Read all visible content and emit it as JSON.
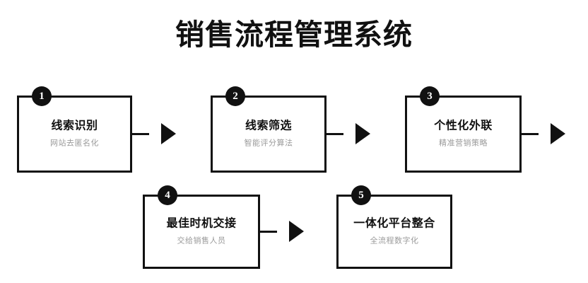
{
  "title": "销售流程管理系统",
  "diagram": {
    "type": "flowchart",
    "orientation": "horizontal-wrapping",
    "accent_color": "#111111",
    "subtitle_color": "#9a9a9a",
    "background_color": "#ffffff",
    "steps": [
      {
        "number": "1",
        "title": "线索识别",
        "subtitle": "网站去匿名化",
        "row": 1,
        "has_arrow_after": true
      },
      {
        "number": "2",
        "title": "线索筛选",
        "subtitle": "智能评分算法",
        "row": 1,
        "has_arrow_after": true
      },
      {
        "number": "3",
        "title": "个性化外联",
        "subtitle": "精准营销策略",
        "row": 1,
        "has_arrow_after": true
      },
      {
        "number": "4",
        "title": "最佳时机交接",
        "subtitle": "交给销售人员",
        "row": 2,
        "has_arrow_after": true
      },
      {
        "number": "5",
        "title": "一体化平台整合",
        "subtitle": "全流程数字化",
        "row": 2,
        "has_arrow_after": false
      }
    ]
  }
}
